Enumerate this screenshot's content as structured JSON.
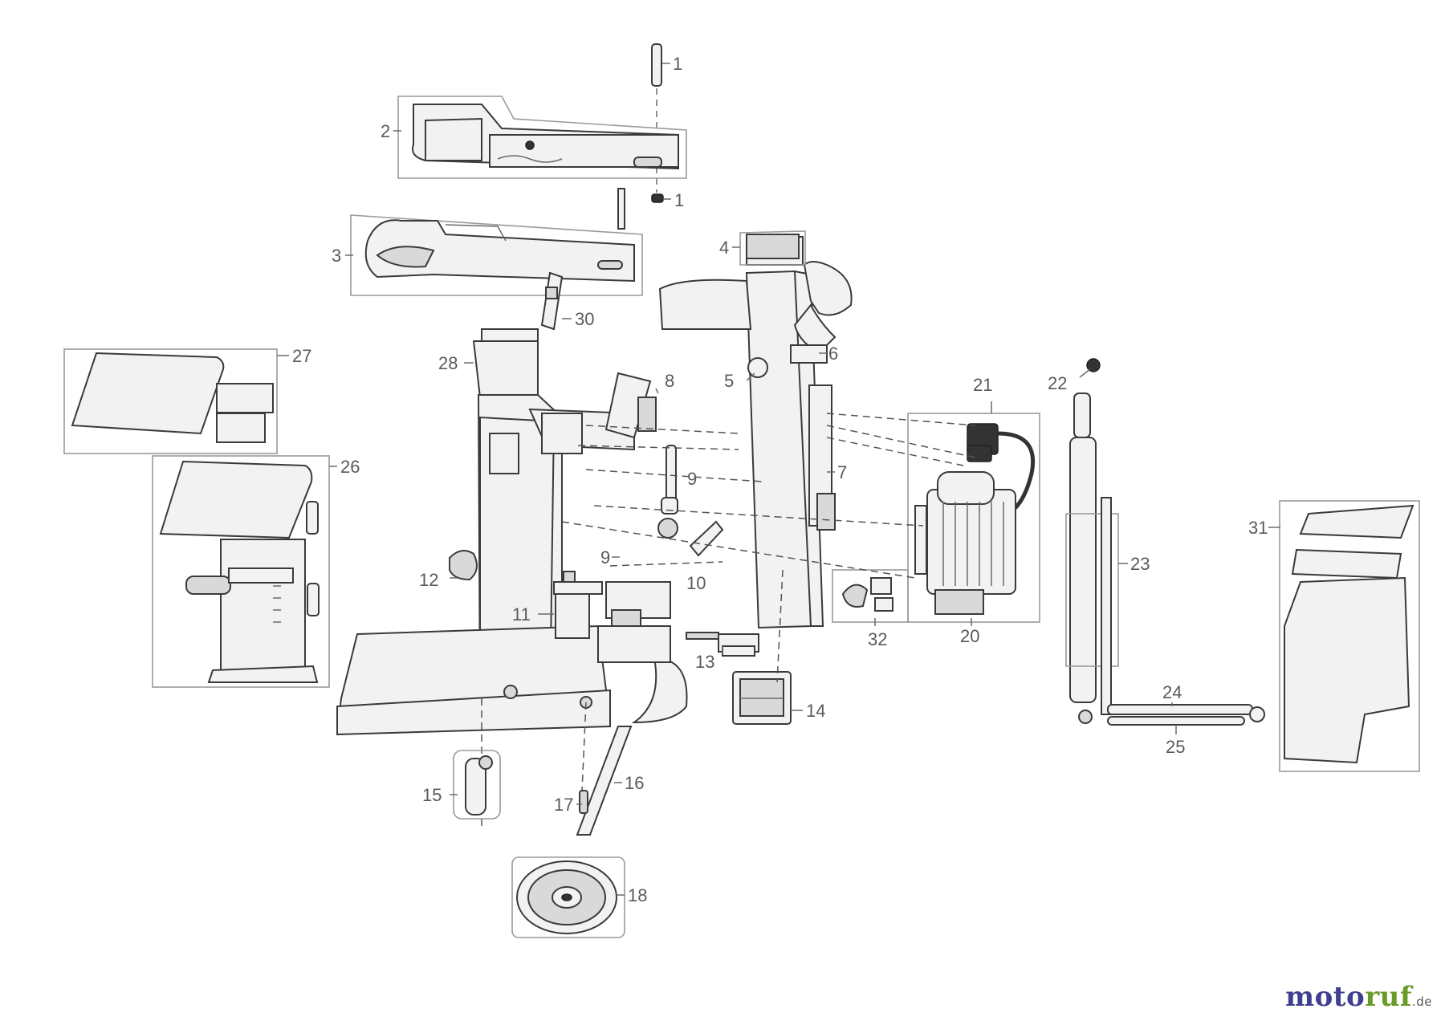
{
  "labels": [
    "1",
    "2",
    "1",
    "3",
    "4",
    "30",
    "28",
    "27",
    "8",
    "5",
    "6",
    "9",
    "21",
    "22",
    "7",
    "26",
    "9",
    "10",
    "12",
    "11",
    "31",
    "23",
    "13",
    "32",
    "20",
    "14",
    "24",
    "25",
    "15",
    "16",
    "17",
    "18"
  ],
  "logo": {
    "part1": "moto",
    "part2": "ruf",
    "part3": ".de"
  }
}
